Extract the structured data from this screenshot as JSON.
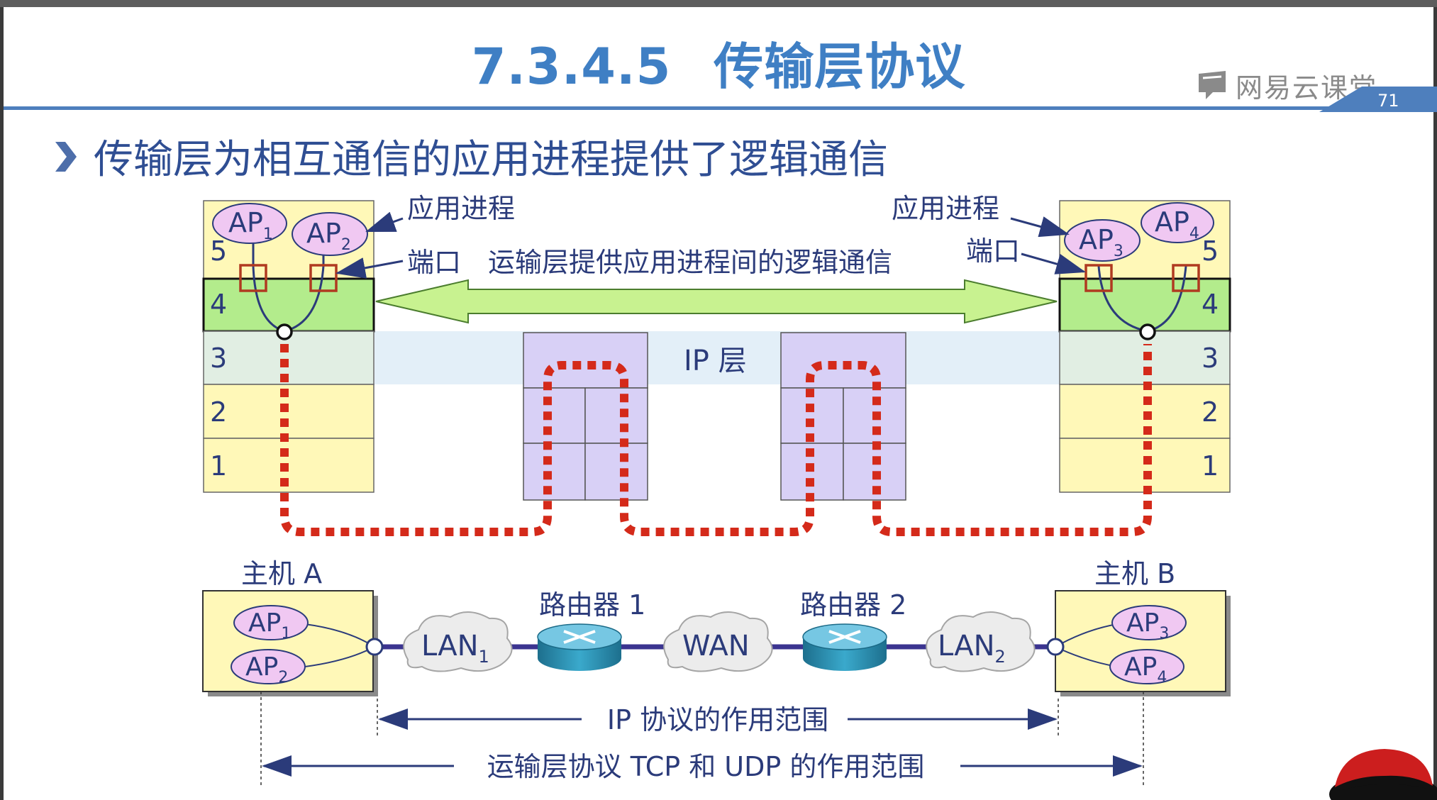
{
  "slide": {
    "title_number": "7.3.4.5",
    "title_text": "传输层协议",
    "bullet": "传输层为相互通信的应用进程提供了逻辑通信",
    "page_number": "71"
  },
  "brand": {
    "logo_text": "网易云课堂",
    "icon": "netease-cloud-classroom-icon"
  },
  "colors": {
    "title": "#3f7fc4",
    "bullet_text": "#2f4e93",
    "layer_box": "#fff8b8",
    "transport_layer": "#b3ec8c",
    "ip_band": "#e3eff8",
    "router_stack": "#d8d0f6",
    "ap_ellipse": "#f0c8f2",
    "path_dots": "#d42a1a",
    "port_square": "#b03a20",
    "arrows": "#2b3b7a"
  },
  "diagram": {
    "labels": {
      "app_process_left": "应用进程",
      "app_process_right": "应用进程",
      "port_left": "端口",
      "port_right": "端口",
      "logical_comm": "运输层提供应用进程间的逻辑通信",
      "ip_layer": "IP 层"
    },
    "layers_left": [
      "5",
      "4",
      "3",
      "2",
      "1"
    ],
    "layers_right": [
      "5",
      "4",
      "3",
      "2",
      "1"
    ],
    "top_ap": {
      "left": [
        {
          "base": "AP",
          "sub": "1"
        },
        {
          "base": "AP",
          "sub": "2"
        }
      ],
      "right": [
        {
          "base": "AP",
          "sub": "3"
        },
        {
          "base": "AP",
          "sub": "4"
        }
      ]
    },
    "network": {
      "host_a": "主机 A",
      "host_b": "主机 B",
      "router_1": "路由器 1",
      "router_2": "路由器 2",
      "lan_1": {
        "base": "LAN",
        "sub": "1"
      },
      "wan": "WAN",
      "lan_2": {
        "base": "LAN",
        "sub": "2"
      },
      "host_a_aps": [
        {
          "base": "AP",
          "sub": "1"
        },
        {
          "base": "AP",
          "sub": "2"
        }
      ],
      "host_b_aps": [
        {
          "base": "AP",
          "sub": "3"
        },
        {
          "base": "AP",
          "sub": "4"
        }
      ]
    },
    "scopes": {
      "ip_scope": "IP 协议的作用范围",
      "transport_scope": "运输层协议 TCP 和 UDP 的作用范围"
    }
  }
}
